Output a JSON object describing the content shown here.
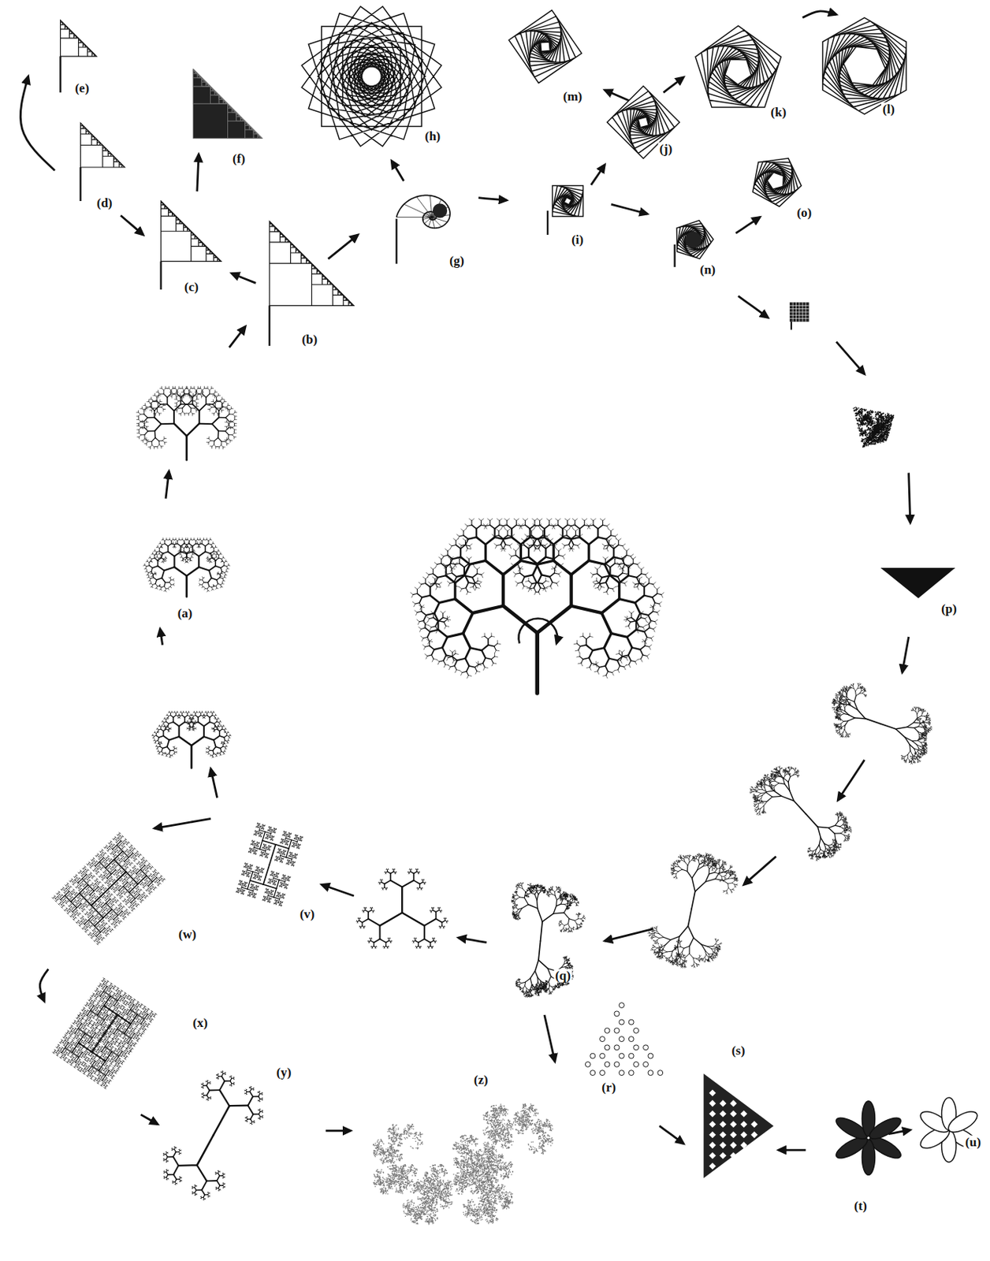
{
  "diagram": {
    "labels": [
      "(a)",
      "(b)",
      "(c)",
      "(d)",
      "(e)",
      "(f)",
      "(g)",
      "(h)",
      "(i)",
      "(j)",
      "(k)",
      "(l)",
      "(m)",
      "(n)",
      "(o)",
      "(p)",
      "(q)",
      "(r)",
      "(s)",
      "(t)",
      "(u)",
      "(v)",
      "(w)",
      "(x)",
      "(y)",
      "(z)"
    ]
  }
}
